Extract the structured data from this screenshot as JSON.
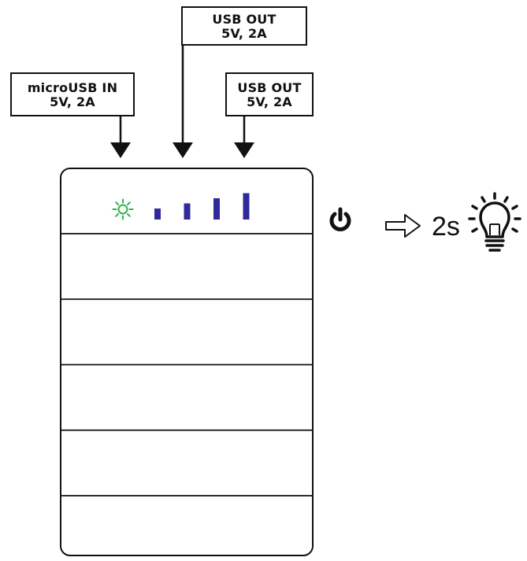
{
  "labels": {
    "micro_usb_in": {
      "line1": "microUSB IN",
      "line2": "5V, 2A"
    },
    "usb_out_1": {
      "line1": "USB OUT",
      "line2": "5V, 2A"
    },
    "usb_out_2": {
      "line1": "USB OUT",
      "line2": "5V, 2A"
    }
  },
  "hold_duration": "2s",
  "battery_levels": 4,
  "segments": 5,
  "icons": {
    "charging_indicator": "sun-icon",
    "power": "power-icon",
    "arrow": "outline-arrow-right-icon",
    "light": "lightbulb-icon"
  },
  "colors": {
    "outline": "#111111",
    "charging_led": "#2fb24a",
    "level_bars": "#2e2a9b"
  }
}
